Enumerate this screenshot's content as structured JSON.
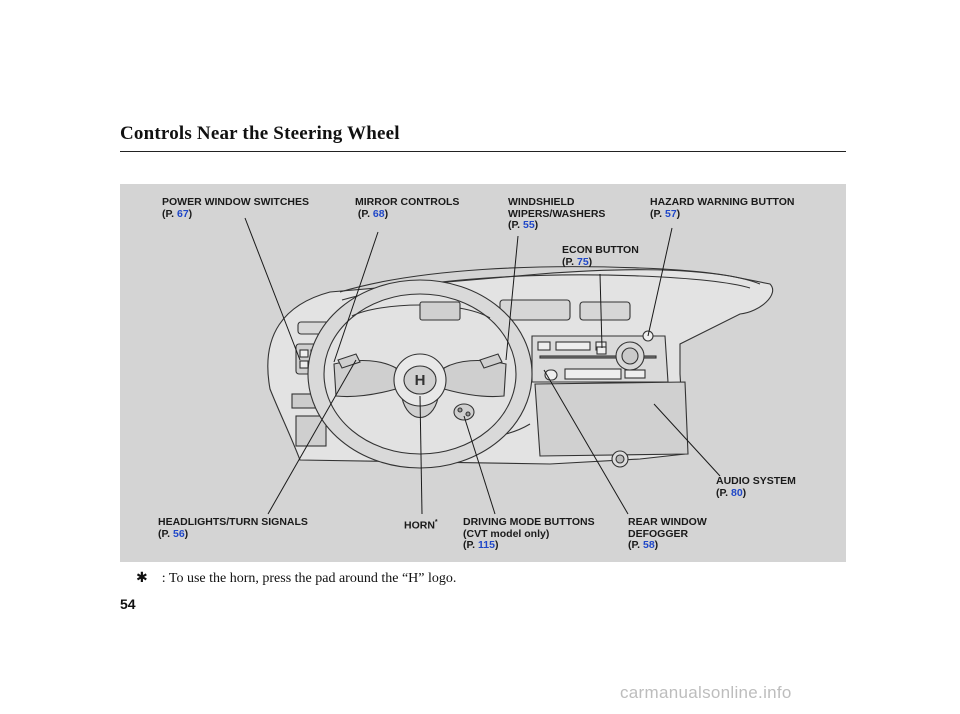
{
  "page": {
    "title": "Controls Near the Steering Wheel",
    "page_number": "54",
    "watermark": "carmanualsonline.info"
  },
  "labels": {
    "power_window": {
      "name": "POWER WINDOW SWITCHES",
      "prefix": "(P. ",
      "page": "67",
      "suffix": ")"
    },
    "mirror": {
      "name": "MIRROR CONTROLS",
      "prefix": "(P. ",
      "page": "68",
      "suffix": ")"
    },
    "wipers": {
      "line1": "WINDSHIELD",
      "line2": "WIPERS/WASHERS",
      "prefix": "(P. ",
      "page": "55",
      "suffix": ")"
    },
    "hazard": {
      "name": "HAZARD WARNING BUTTON",
      "prefix": "(P. ",
      "page": "57",
      "suffix": ")"
    },
    "econ": {
      "name": "ECON BUTTON",
      "prefix": "(P. ",
      "page": "75",
      "suffix": ")"
    },
    "audio": {
      "name": "AUDIO SYSTEM",
      "prefix": "(P. ",
      "page": "80",
      "suffix": ")"
    },
    "headlights": {
      "name": "HEADLIGHTS/TURN SIGNALS",
      "prefix": "(P. ",
      "page": "56",
      "suffix": ")"
    },
    "horn": {
      "name": "HORN",
      "mark": "*"
    },
    "driving_mode": {
      "line1": "DRIVING MODE BUTTONS",
      "line2": "(CVT model only)",
      "prefix": "(P. ",
      "page": "115",
      "suffix": ")"
    },
    "rear_defogger": {
      "line1": "REAR WINDOW",
      "line2": "DEFOGGER",
      "prefix": "(P. ",
      "page": "58",
      "suffix": ")"
    }
  },
  "footnote": {
    "star": "✱",
    "text": ": To use the horn, press the pad around the “H” logo."
  },
  "illustration": {
    "logo_text": "H"
  }
}
